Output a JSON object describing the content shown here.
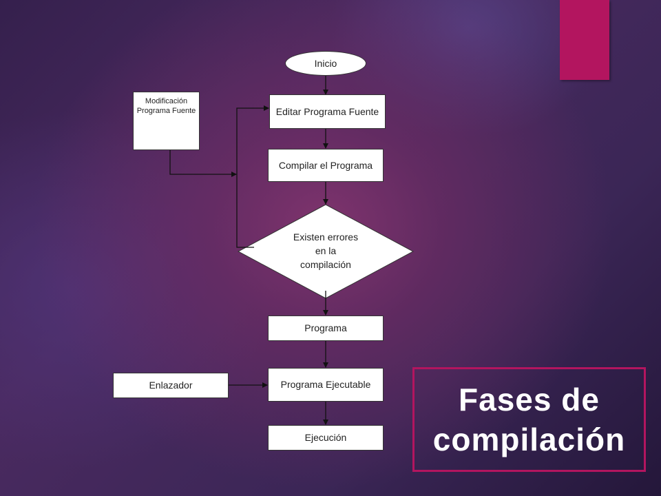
{
  "flowchart": {
    "inicio": "Inicio",
    "editar": "Editar Programa Fuente",
    "compilar": "Compilar el Programa",
    "decision": "Existen errores\nen la\ncompilación",
    "modificacion": "Modificación Programa Fuente",
    "programa": "Programa",
    "ejecutable": "Programa Ejecutable",
    "enlazador": "Enlazador",
    "ejecucion": "Ejecución"
  },
  "title": "Fases de\ncompilación",
  "colors": {
    "accent": "#b3155f",
    "node_fill": "#ffffff",
    "line": "#111111"
  }
}
